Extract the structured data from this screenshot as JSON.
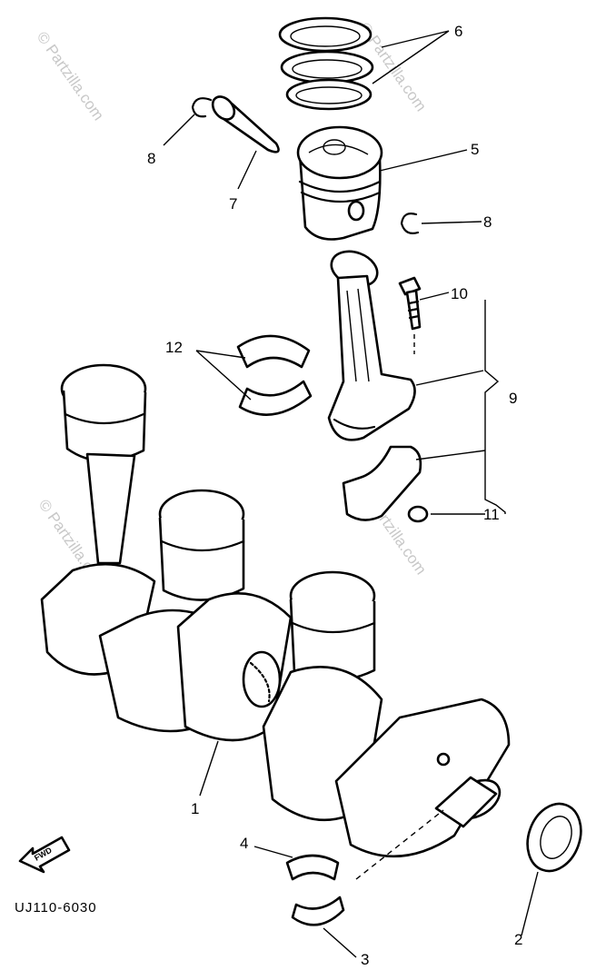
{
  "watermark": "© Partzilla.com",
  "diagram_code": "UJ110-6030",
  "fwd_label": "FWD",
  "callouts": {
    "c1": "1",
    "c2": "2",
    "c3": "3",
    "c4": "4",
    "c5": "5",
    "c6": "6",
    "c7": "7",
    "c8a": "8",
    "c8b": "8",
    "c9": "9",
    "c10": "10",
    "c11": "11",
    "c12": "12"
  }
}
